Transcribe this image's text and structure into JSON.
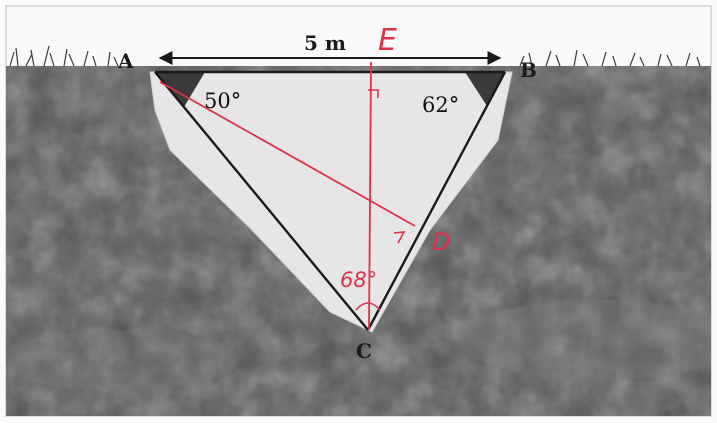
{
  "figure": {
    "points": {
      "A": "A",
      "B": "B",
      "C": "C"
    },
    "distance_label": "5 m",
    "angle_A": "50°",
    "angle_B": "62°",
    "handwritten": {
      "point_E": "E",
      "point_D": "D",
      "angle_C": "68°"
    }
  },
  "colors": {
    "ground_dark": "#4a4a4a",
    "ground_mid": "#6a6a6a",
    "trench": "#e8e8e8",
    "ink": "#1a1a1a",
    "annotation": "#e0304a",
    "paper": "#fafafa"
  }
}
